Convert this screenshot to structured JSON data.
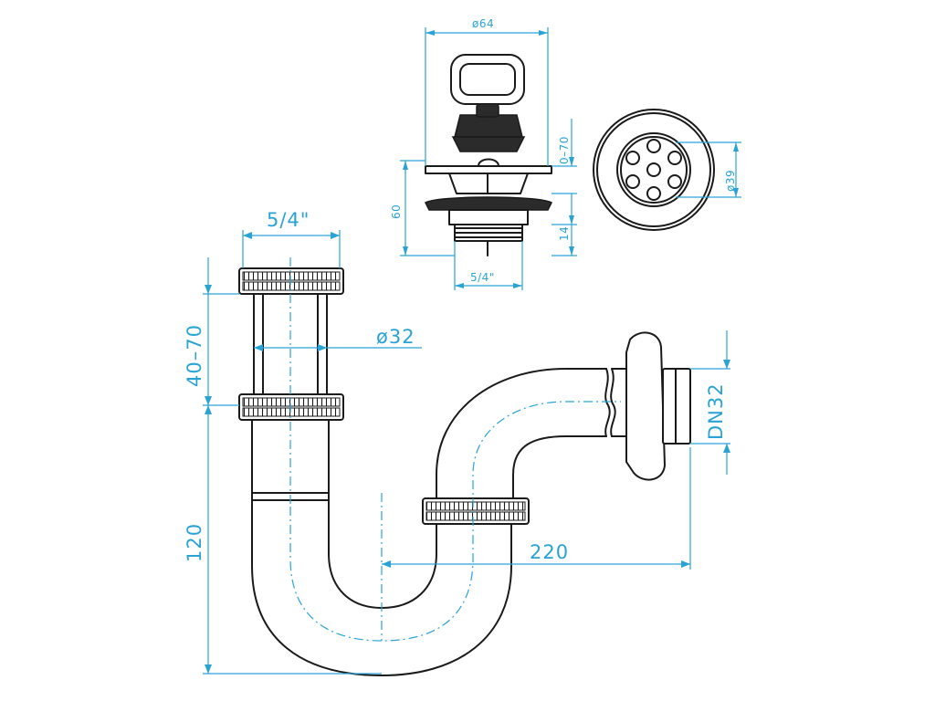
{
  "diagram": {
    "trap": {
      "dim_thread": "5/4\"",
      "dim_diameter": "ø32",
      "dim_height_adjust": "40–70",
      "dim_depth": "120",
      "dim_length": "220",
      "dim_wall_outlet": "DN32"
    },
    "plug_waste": {
      "dim_chain_diameter": "ø64",
      "dim_stopper_travel": "0–70",
      "dim_height": "60",
      "dim_thread_length": "14",
      "dim_thread": "5/4\""
    },
    "grate_top_view": {
      "dim_diameter": "ø39"
    },
    "colors": {
      "dimension_lines": "#29a3d6",
      "outline": "#1a1a1a"
    }
  }
}
